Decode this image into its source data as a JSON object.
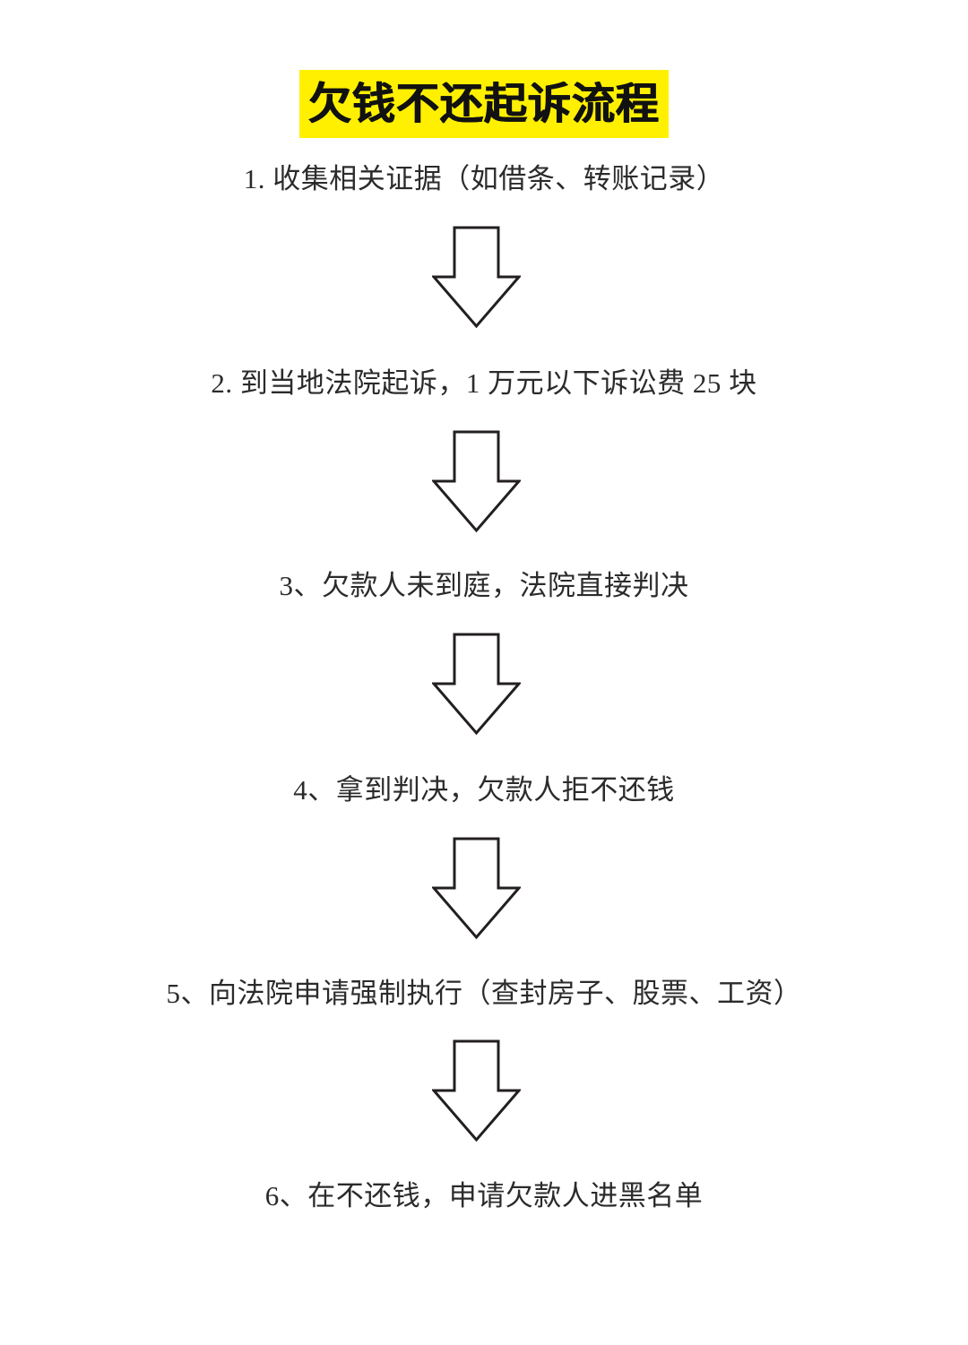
{
  "document": {
    "title": "欠钱不还起诉流程",
    "title_highlight_color": "#fff000",
    "title_text_color": "#111111",
    "background_color": "#ffffff",
    "body_text_color": "#2b2b2b"
  },
  "flow": {
    "steps": [
      {
        "id": 1,
        "text": "1. 收集相关证据（如借条、转账记录）"
      },
      {
        "id": 2,
        "text": "2. 到当地法院起诉，1 万元以下诉讼费 25 块"
      },
      {
        "id": 3,
        "text": "3、欠款人未到庭，法院直接判决"
      },
      {
        "id": 4,
        "text": "4、拿到判决，欠款人拒不还钱"
      },
      {
        "id": 5,
        "text": "5、向法院申请强制执行（查封房子、股票、工资）"
      },
      {
        "id": 6,
        "text": "6、在不还钱，申请欠款人进黑名单"
      }
    ],
    "connectors": [
      {
        "id": 1,
        "icon": "arrow-down-icon"
      },
      {
        "id": 2,
        "icon": "arrow-down-icon"
      },
      {
        "id": 3,
        "icon": "arrow-down-icon"
      },
      {
        "id": 4,
        "icon": "arrow-down-icon"
      },
      {
        "id": 5,
        "icon": "arrow-down-icon"
      }
    ],
    "connector_style": {
      "fill": "#ffffff",
      "stroke": "#231f20"
    }
  }
}
